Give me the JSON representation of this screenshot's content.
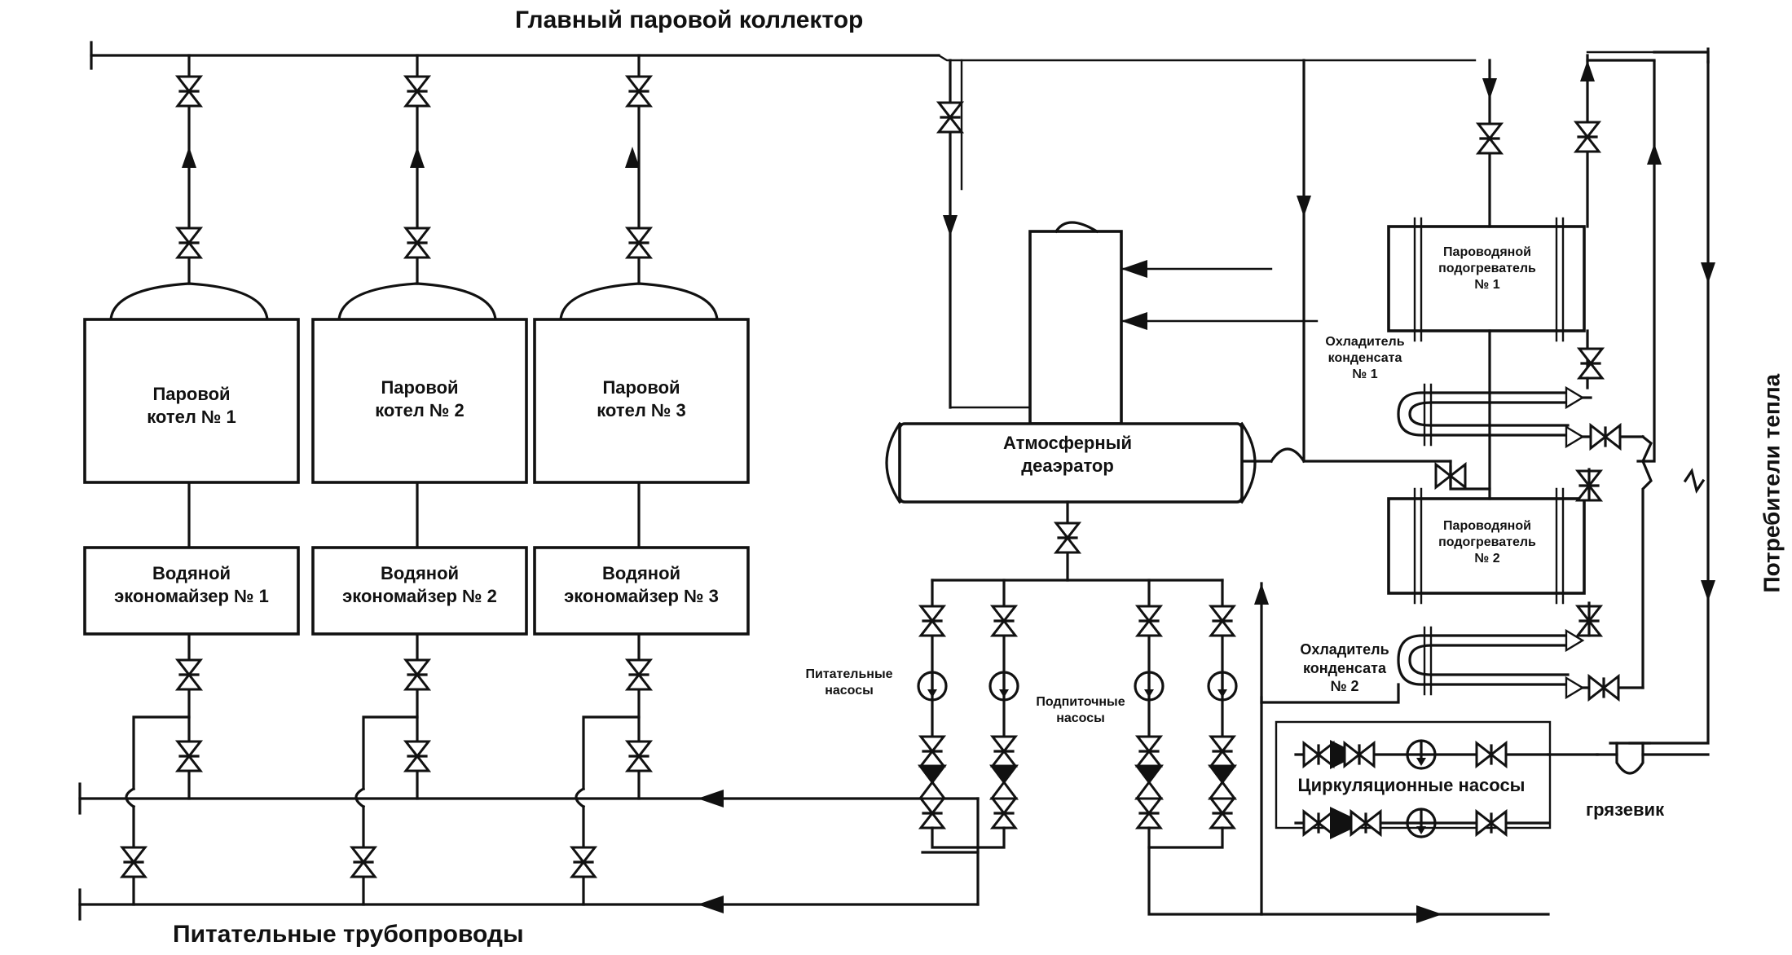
{
  "title_top": "Главный паровой коллектор",
  "title_bottom": "Питательные трубопроводы",
  "boilers": [
    {
      "line1": "Паровой",
      "line2": "котел № 1"
    },
    {
      "line1": "Паровой",
      "line2": "котел № 2"
    },
    {
      "line1": "Паровой",
      "line2": "котел № 3"
    }
  ],
  "economizers": [
    {
      "line1": "Водяной",
      "line2": "экономайзер № 1"
    },
    {
      "line1": "Водяной",
      "line2": "экономайзер № 2"
    },
    {
      "line1": "Водяной",
      "line2": "экономайзер № 3"
    }
  ],
  "deaerator": {
    "line1": "Атмосферный",
    "line2": "деаэратор"
  },
  "feed_pumps": {
    "line1": "Питательные",
    "line2": "насосы"
  },
  "makeup_pumps": {
    "line1": "Подпиточные",
    "line2": "насосы"
  },
  "heater1": {
    "line1": "Пароводяной",
    "line2": "подогреватель",
    "line3": "№ 1"
  },
  "heater2": {
    "line1": "Пароводяной",
    "line2": "подогреватель",
    "line3": "№ 2"
  },
  "cooler1": {
    "line1": "Охладитель",
    "line2": "конденсата",
    "line3": "№ 1"
  },
  "cooler2": {
    "line1": "Охладитель",
    "line2": "конденсата",
    "line3": "№ 2"
  },
  "circ_pumps": "Циркуляционные насосы",
  "mud_trap": "грязевик",
  "heat_consumers": "Потребители тепла"
}
